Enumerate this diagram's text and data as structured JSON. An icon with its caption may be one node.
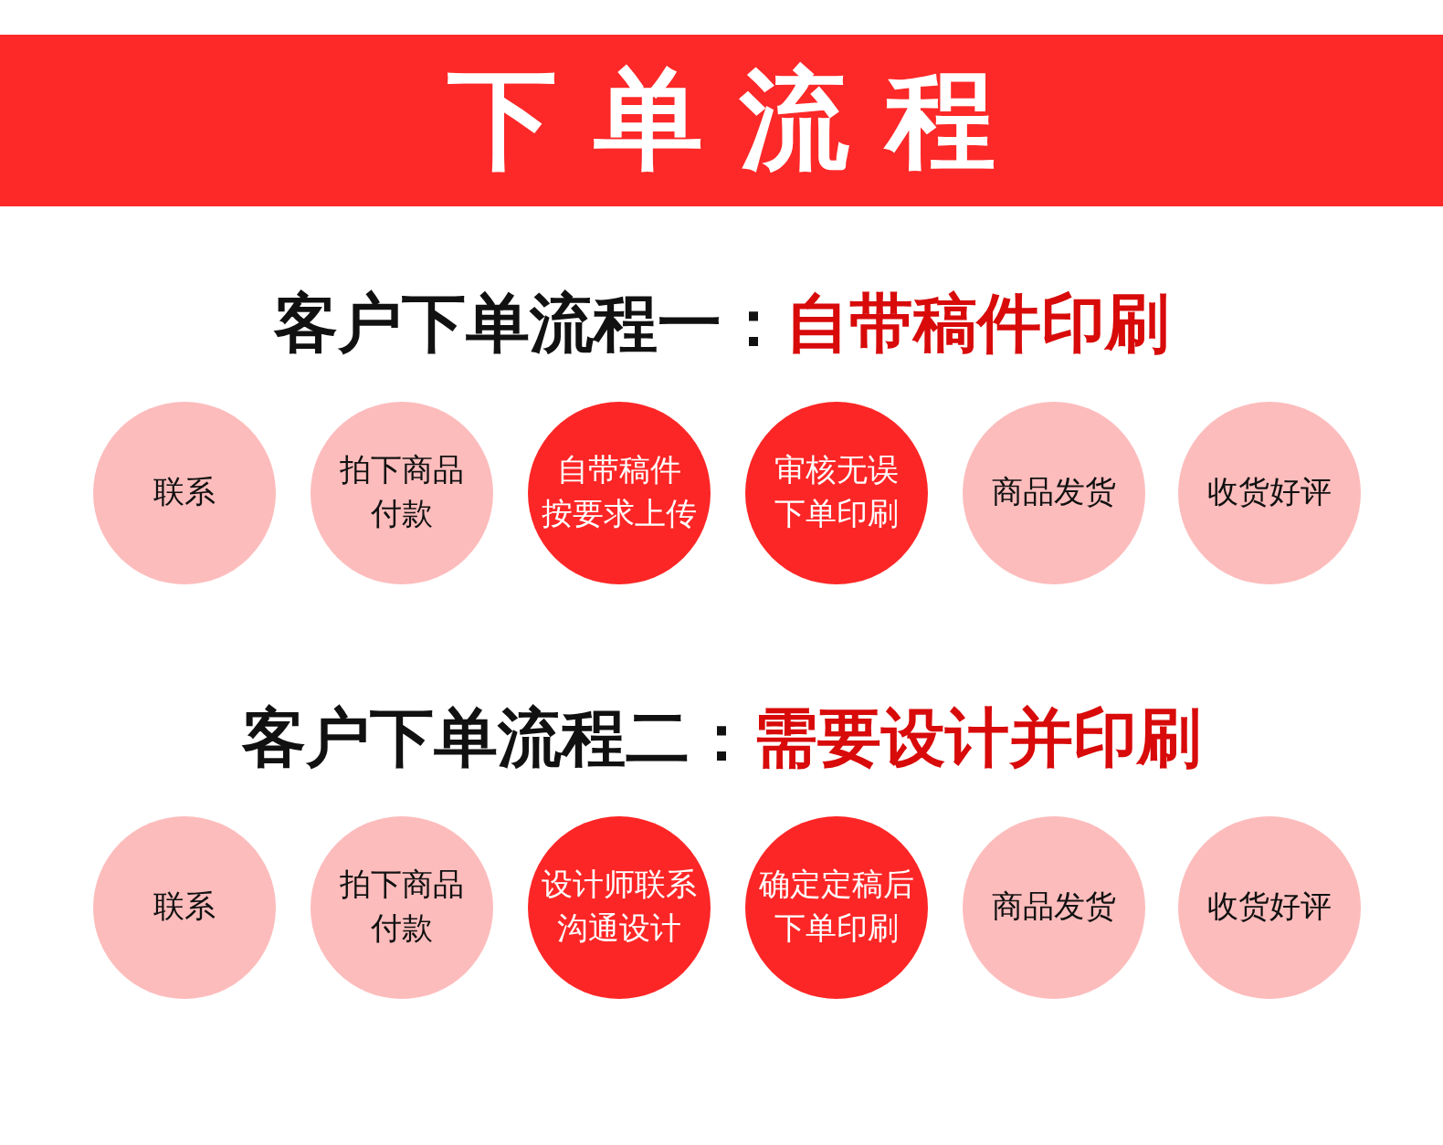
{
  "diagram": {
    "title": "下单流程",
    "nodes": [
      {
        "text": [
          "联系"
        ]
      },
      {
        "text": [
          "拍下商品付款"
        ]
      },
      {
        "text": [
          "自带稿件按要求上传"
        ]
      },
      {
        "text": [
          "审核无误下单印刷"
        ]
      },
      {
        "text": [
          "商品发货"
        ]
      },
      {
        "text": [
          "收货好评"
        ]
      },
      {
        "text": [
          "联系"
        ]
      },
      {
        "text": [
          "拍下商品付款"
        ]
      },
      {
        "text": [
          "设计师联系沟通设计"
        ]
      },
      {
        "text": [
          "确定定稿后下单印刷"
        ]
      },
      {
        "text": [
          "商品发货"
        ]
      },
      {
        "text": [
          "收货好评"
        ]
      }
    ],
    "labels": [
      "客户下单流程一：",
      "自带稿件印刷",
      "客户下单流程二：",
      "需要设计并印刷"
    ]
  }
}
